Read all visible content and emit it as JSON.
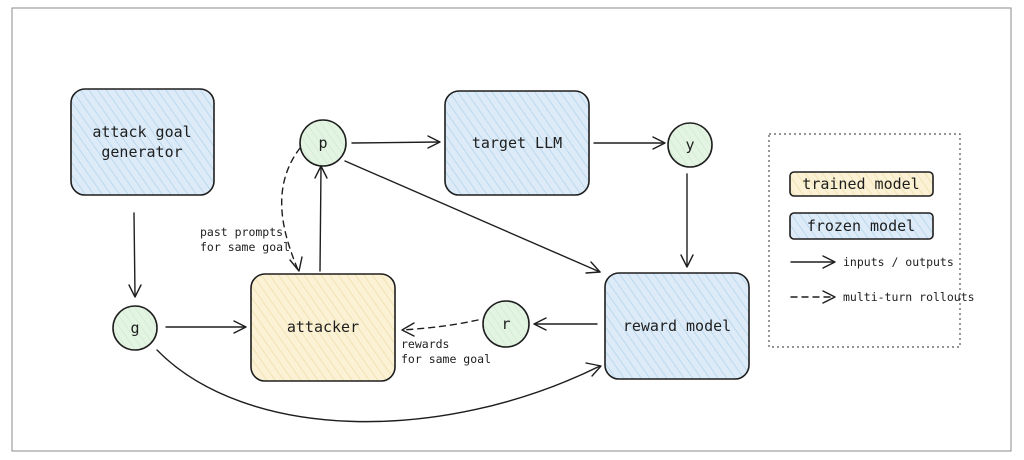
{
  "colors": {
    "frozen_fill": "#dcebf7",
    "frozen_hatch": "#a9cdea",
    "trained_fill": "#fbf1d4",
    "trained_hatch": "#ecd9a0",
    "variable_fill": "#e3f4e3",
    "border": "#1e1e1e",
    "frame": "#9e9e9e"
  },
  "nodes": {
    "attack_goal_generator": {
      "line1": "attack goal",
      "line2": "generator",
      "kind": "frozen"
    },
    "attacker": {
      "label": "attacker",
      "kind": "trained"
    },
    "target_llm": {
      "label": "target LLM",
      "kind": "frozen"
    },
    "reward_model": {
      "label": "reward model",
      "kind": "frozen"
    },
    "g": {
      "label": "g"
    },
    "p": {
      "label": "p"
    },
    "y": {
      "label": "y"
    },
    "r": {
      "label": "r"
    }
  },
  "annotations": {
    "past_prompts": {
      "line1": "past prompts",
      "line2": "for same goal"
    },
    "rewards": {
      "line1": "rewards",
      "line2": "for same goal"
    }
  },
  "legend": {
    "trained": "trained model",
    "frozen": "frozen model",
    "solid_arrow": "inputs / outputs",
    "dashed_arrow": "multi-turn rollouts"
  }
}
